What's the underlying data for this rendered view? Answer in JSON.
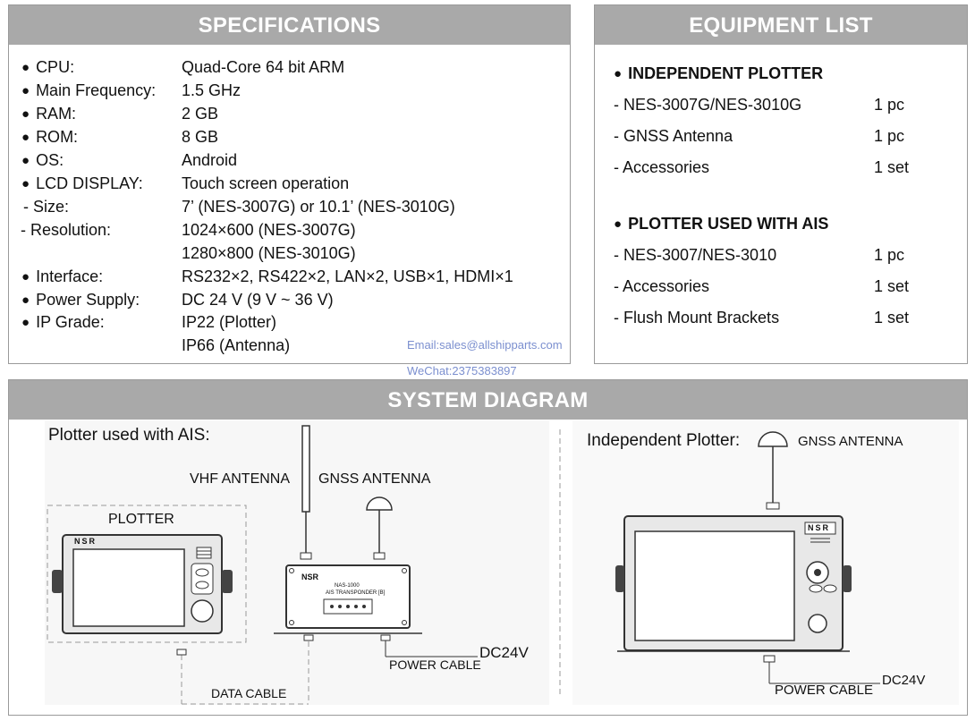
{
  "specifications": {
    "title": "SPECIFICATIONS",
    "rows": [
      {
        "label": "CPU:",
        "value": "Quad-Core 64 bit ARM"
      },
      {
        "label": "Main Frequency:",
        "value": "1.5 GHz"
      },
      {
        "label": "RAM:",
        "value": "2 GB"
      },
      {
        "label": "ROM:",
        "value": "8 GB"
      },
      {
        "label": "OS:",
        "value": "Android"
      },
      {
        "label": "LCD DISPLAY:",
        "value": "Touch screen operation"
      },
      {
        "label": "- Size:",
        "value": "7’ (NES-3007G) or 10.1’ (NES-3010G)"
      },
      {
        "label": "- Resolution:",
        "value": "1024×600 (NES-3007G)"
      },
      {
        "label": "",
        "value": "1280×800 (NES-3010G)"
      },
      {
        "label": "Interface:",
        "value": "RS232×2, RS422×2, LAN×2, USB×1, HDMI×1"
      },
      {
        "label": "Power Supply:",
        "value": "DC 24 V (9 V ~ 36 V)"
      },
      {
        "label": "IP Grade:",
        "value": "IP22 (Plotter)"
      },
      {
        "label": "",
        "value": "IP66 (Antenna)"
      }
    ]
  },
  "watermark": {
    "email": "Email:sales@allshipparts.com",
    "wechat": "WeChat:2375383897"
  },
  "equipment": {
    "title": "EQUIPMENT LIST",
    "sections": [
      {
        "heading": "INDEPENDENT PLOTTER",
        "items": [
          {
            "name": "- NES-3007G/NES-3010G",
            "qty": "1 pc"
          },
          {
            "name": "- GNSS Antenna",
            "qty": "1 pc"
          },
          {
            "name": "- Accessories",
            "qty": "1 set"
          }
        ]
      },
      {
        "heading": "PLOTTER USED WITH AIS",
        "items": [
          {
            "name": "- NES-3007/NES-3010",
            "qty": "1 pc"
          },
          {
            "name": "- Accessories",
            "qty": "1 set"
          },
          {
            "name": "- Flush Mount Brackets",
            "qty": "1 set"
          }
        ]
      }
    ]
  },
  "diagram": {
    "title": "SYSTEM DIAGRAM",
    "ais": {
      "title": "Plotter used with AIS:",
      "vhf_label": "VHF ANTENNA",
      "gnss_label": "GNSS ANTENNA",
      "plotter_label": "PLOTTER",
      "brand": "NSR",
      "transponder_model": "NAS-1000",
      "transponder_text": "AIS TRANSPONDER [B]",
      "power_label": "POWER CABLE",
      "dc_label": "DC24V",
      "data_label": "DATA CABLE"
    },
    "independent": {
      "title": "Independent Plotter:",
      "gnss_label": "GNSS ANTENNA",
      "brand": "NSR",
      "power_label": "POWER CABLE",
      "dc_label": "DC24V"
    }
  }
}
